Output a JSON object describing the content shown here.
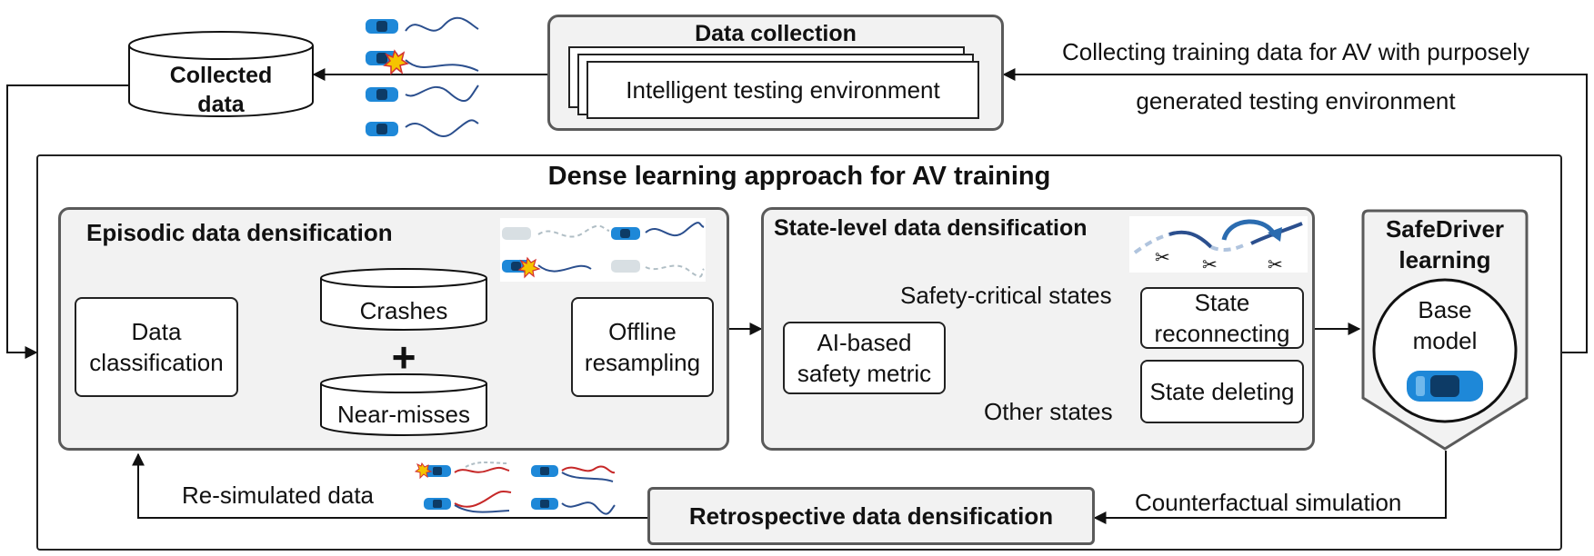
{
  "data_collection": {
    "title": "Data collection",
    "env_label": "Intelligent testing environment"
  },
  "collected_data": {
    "label": "Collected data"
  },
  "top_right_note": {
    "line1": "Collecting training data for AV with purposely",
    "line2": "generated testing environment"
  },
  "main": {
    "title": "Dense learning approach for AV training",
    "episodic": {
      "title": "Episodic data densification",
      "data_classification": "Data classification",
      "crashes": "Crashes",
      "plus": "+",
      "near_misses": "Near-misses",
      "offline_resampling": "Offline resampling"
    },
    "state_level": {
      "title": "State-level data densification",
      "safety_metric": "AI-based safety metric",
      "safety_critical_label": "Safety-critical states",
      "other_states_label": "Other states",
      "state_reconnecting": "State reconnecting",
      "state_deleting": "State deleting"
    },
    "safedriver": {
      "title": "SafeDriver learning",
      "base_model": "Base model"
    },
    "retrospective": {
      "title": "Retrospective data densification",
      "counterfactual_label": "Counterfactual simulation",
      "resimulated_label": "Re-simulated data"
    }
  },
  "colors": {
    "car_blue": "#1e88d8",
    "trajectory_blue": "#2b4f8e",
    "trajectory_red": "#c62828",
    "ghost_gray": "#b0bec5",
    "panel_fill": "#f2f2f2",
    "panel_border": "#5a5a5a"
  },
  "icons": [
    "car-icon",
    "crash-explosion-icon",
    "scissors-icon",
    "curved-arrow-icon",
    "trajectory-wave-icon"
  ]
}
